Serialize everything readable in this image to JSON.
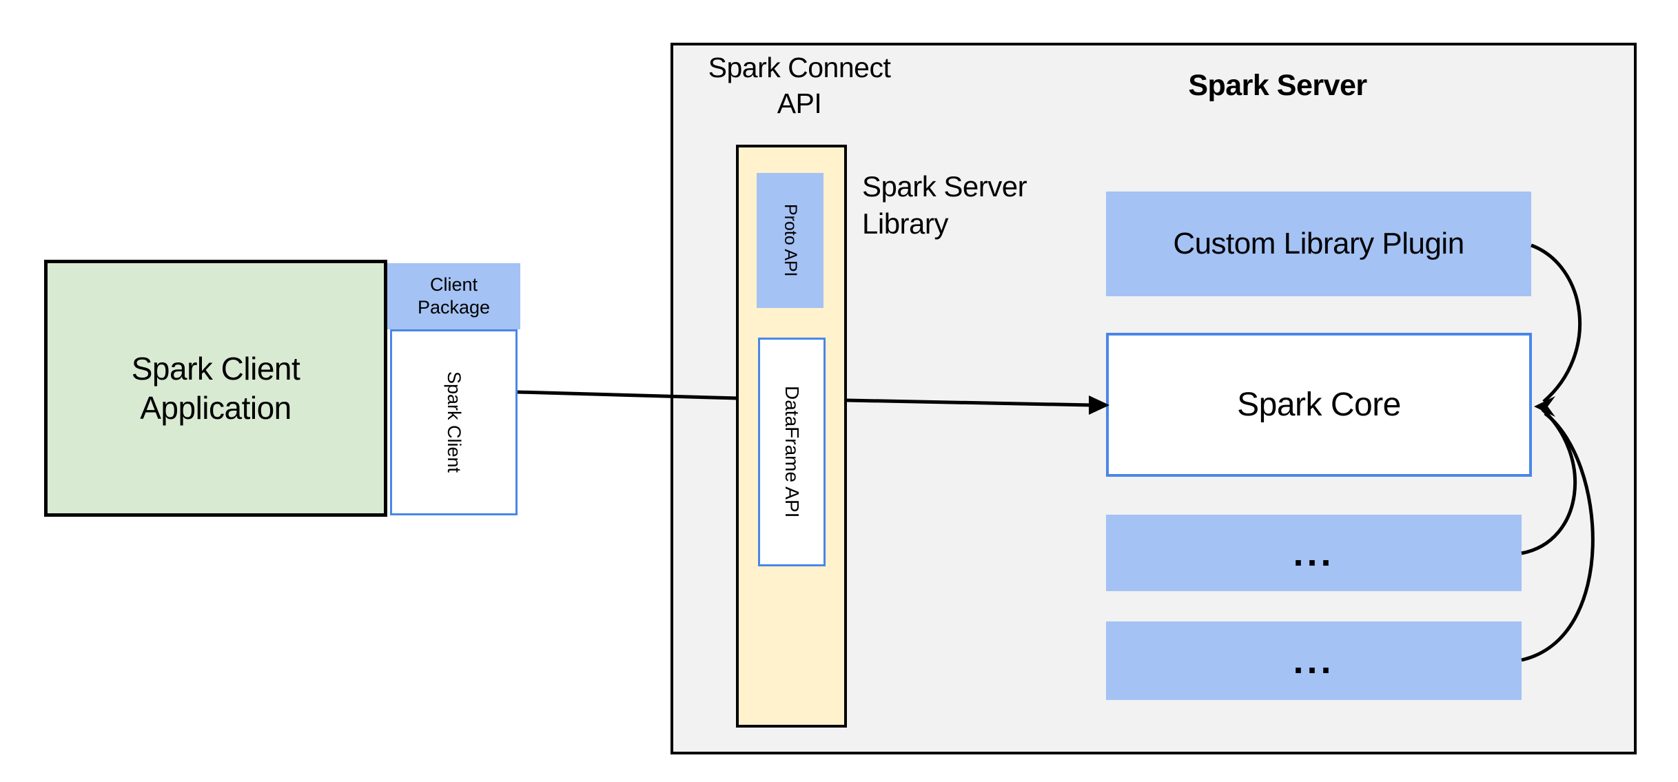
{
  "colors": {
    "green_fill": "#d9ead3",
    "blue_fill": "#a4c2f4",
    "blue_border": "#4a86e8",
    "yellow_fill": "#fff2cc",
    "panel_fill": "#f2f2f2",
    "line": "#000000"
  },
  "client": {
    "app_label": "Spark Client\nApplication",
    "package_label": "Client\nPackage",
    "client_label": "Spark Client"
  },
  "connect": {
    "api_label": "Spark Connect\nAPI",
    "proto_label": "Proto API",
    "dataframe_label": "DataFrame API",
    "library_label": "Spark Server\nLibrary"
  },
  "server": {
    "title": "Spark Server",
    "plugin_label": "Custom Library Plugin",
    "core_label": "Spark Core",
    "module1_label": "...",
    "module2_label": "..."
  }
}
